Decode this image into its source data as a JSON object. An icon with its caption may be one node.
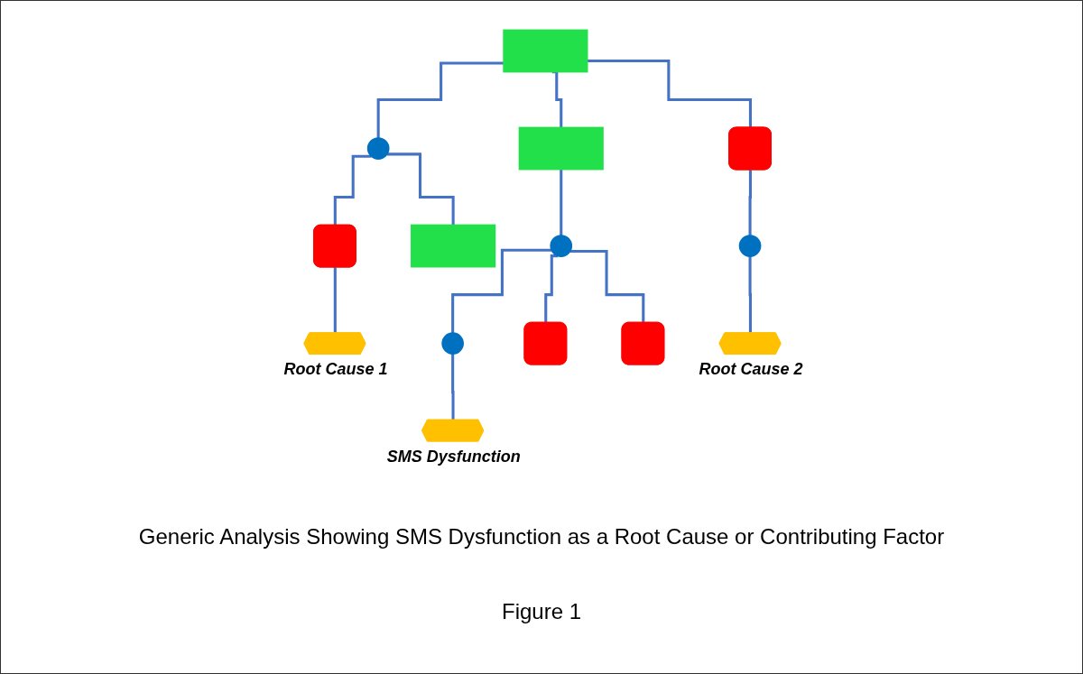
{
  "diagram": {
    "caption": "Generic Analysis Showing SMS Dysfunction as a Root Cause or Contributing Factor",
    "nodes": [
      {
        "text": [],
        "shape": "box"
      },
      {
        "text": [],
        "shape": "circle"
      },
      {
        "text": [],
        "shape": "box"
      },
      {
        "text": [],
        "shape": "box"
      },
      {
        "text": [],
        "shape": "box"
      },
      {
        "text": [],
        "shape": "box"
      },
      {
        "text": [],
        "shape": "circle"
      },
      {
        "text": [],
        "shape": "circle"
      },
      {
        "text": [],
        "shape": "hexagon",
        "beside": [
          "Root Cause 1"
        ]
      },
      {
        "text": [],
        "shape": "circle"
      },
      {
        "text": [],
        "shape": "box"
      },
      {
        "text": [],
        "shape": "box"
      },
      {
        "text": [],
        "shape": "hexagon",
        "beside": [
          "Root Cause 2"
        ]
      },
      {
        "text": [],
        "shape": "hexagon",
        "beside": [
          "SMS Dysfunction"
        ]
      }
    ],
    "edges": [
      {
        "from": 0,
        "to": 1,
        "arrow": "none"
      },
      {
        "from": 0,
        "to": 2,
        "arrow": "none"
      },
      {
        "from": 0,
        "to": 3,
        "arrow": "none"
      },
      {
        "from": 1,
        "to": 4,
        "arrow": "none"
      },
      {
        "from": 1,
        "to": 5,
        "arrow": "none"
      },
      {
        "from": 4,
        "to": 8,
        "arrow": "none"
      },
      {
        "from": 2,
        "to": 6,
        "arrow": "none"
      },
      {
        "from": 3,
        "to": 7,
        "arrow": "none"
      },
      {
        "from": 7,
        "to": 12,
        "arrow": "none"
      },
      {
        "from": 6,
        "to": 9,
        "arrow": "none"
      },
      {
        "from": 6,
        "to": 10,
        "arrow": "none"
      },
      {
        "from": 6,
        "to": 11,
        "arrow": "none"
      },
      {
        "from": 9,
        "to": 13,
        "arrow": "none"
      }
    ],
    "labels": [
      "Figure 1"
    ]
  }
}
